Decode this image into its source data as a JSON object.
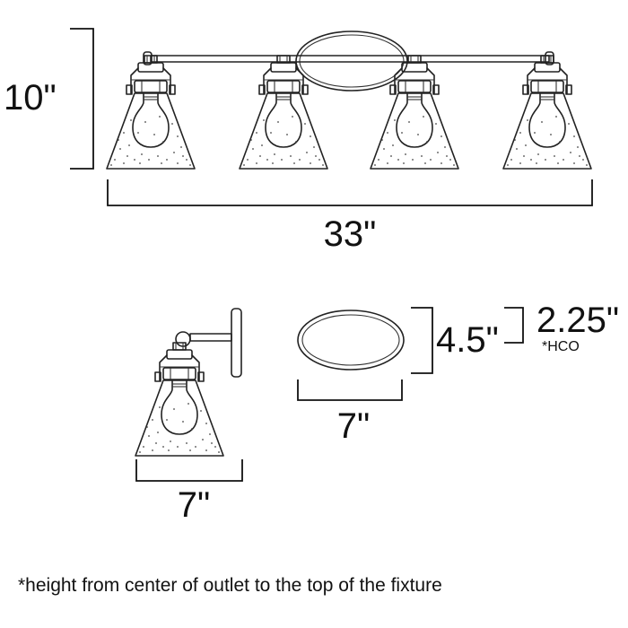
{
  "dimensions": {
    "height": "10\"",
    "width": "33\"",
    "sconce_width": "7\"",
    "plate_width": "7\"",
    "plate_height": "4.5\"",
    "hco": "2.25\"",
    "hco_label": "*HCO"
  },
  "footnote": "*height from center of outlet to the top of the fixture"
}
